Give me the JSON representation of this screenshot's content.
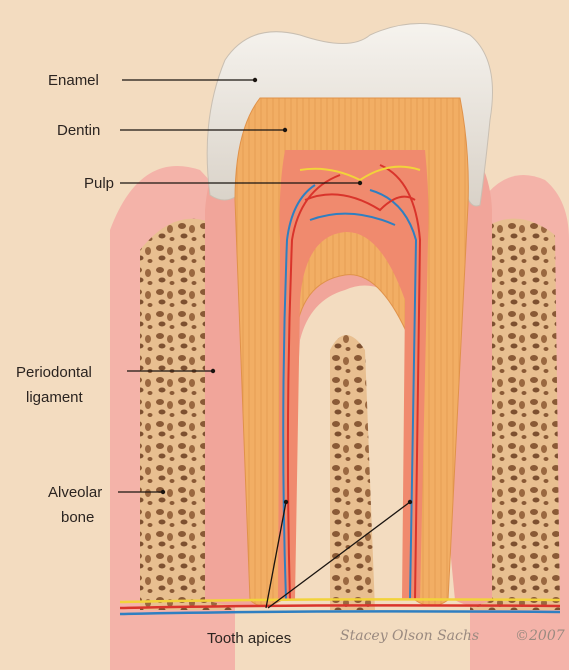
{
  "labels": {
    "enamel": "Enamel",
    "dentin": "Dentin",
    "pulp": "Pulp",
    "periodontal_line1": "Periodontal",
    "periodontal_line2": "ligament",
    "alveolar_line1": "Alveolar",
    "alveolar_line2": "bone",
    "tooth_apices": "Tooth apices"
  },
  "signature": {
    "name": "Stacey Olson Sachs",
    "copyright": "©2007"
  },
  "colors": {
    "background": "#f3dcc0",
    "enamel": "#f2eee8",
    "dentin": "#f0a95c",
    "pulp": "#f08a6e",
    "gum": "#f3a0a0",
    "bone": "#d9a879",
    "artery": "#d9342b",
    "vein": "#2f7fc1",
    "nerve": "#f2d33a"
  }
}
